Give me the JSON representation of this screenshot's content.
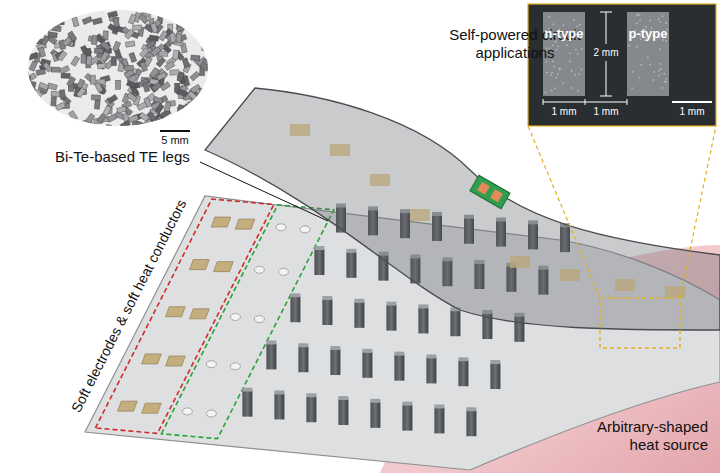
{
  "diagram": {
    "labels": [
      "Bi-Te-based TE legs",
      "5 mm",
      "Self-powered circuit applications",
      "n-type",
      "2 mm",
      "p-type",
      "1 mm",
      "1 mm",
      "1 mm",
      "Soft electrodes & soft heat conductors",
      "Arbitrary-shaped heat source"
    ]
  }
}
